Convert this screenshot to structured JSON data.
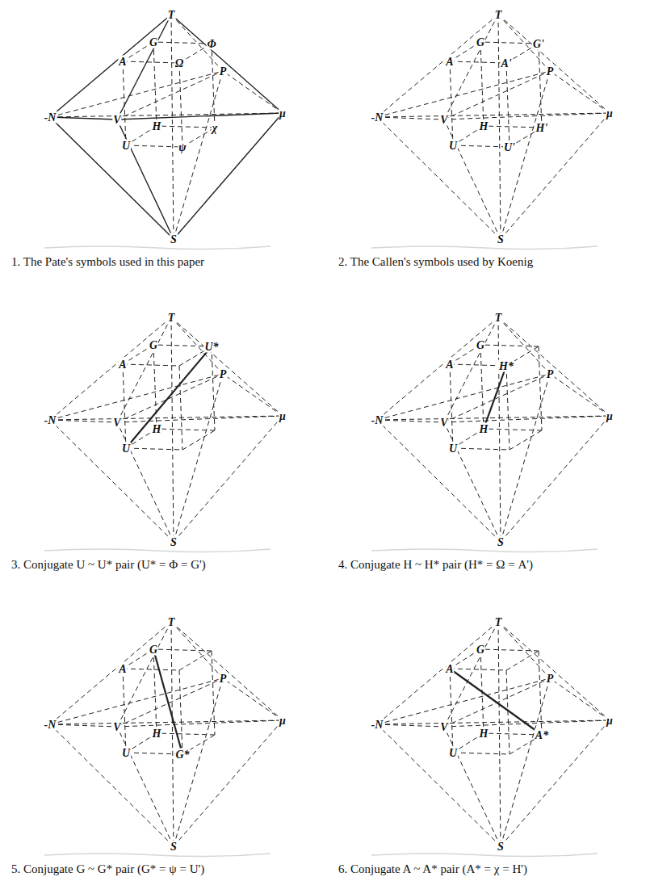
{
  "diagram": {
    "labels": [
      "T",
      "G",
      "Φ",
      "A",
      "Ω",
      "P",
      "-N",
      "μ",
      "V",
      "H",
      "χ",
      "U",
      "ψ",
      "S",
      "1. The Pate's symbols used in this paper",
      "T",
      "G",
      "G'",
      "A",
      "A'",
      "P",
      "-N",
      "μ",
      "V",
      "H",
      "H'",
      "U",
      "U'",
      "S",
      "2. The Callen's symbols used by Koenig",
      "T",
      "G",
      "U*",
      "A",
      "P",
      "-N",
      "μ",
      "V",
      "H",
      "U",
      "S",
      "3. Conjugate U ~ U* pair (U* =  Φ = G')",
      "T",
      "G",
      "H*",
      "A",
      "P",
      "-N",
      "μ",
      "V",
      "H",
      "U",
      "S",
      "4. Conjugate H ~ H* pair (H* = Ω = A')",
      "T",
      "G",
      "A",
      "P",
      "-N",
      "μ",
      "V",
      "H",
      "U",
      "G*",
      "S",
      "5. Conjugate G ~ G* pair (G* = ψ = U')",
      "T",
      "G",
      "A",
      "P",
      "-N",
      "μ",
      "V",
      "H",
      "U",
      "A*",
      "S",
      "6. Conjugate A ~ A* pair (A* = χ = H')"
    ]
  }
}
